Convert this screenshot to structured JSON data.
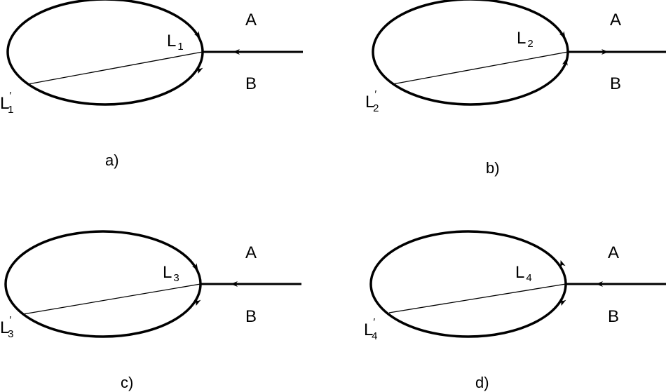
{
  "panels": [
    {
      "id": "a",
      "caption": "a)",
      "region_above": "A",
      "region_below": "B",
      "label_top": {
        "letter": "L",
        "prime": "",
        "sub": "1"
      },
      "label_bottom": {
        "letter": "L",
        "prime": "′",
        "sub": "1"
      },
      "top_arc_arrow": "toward-junction",
      "bottom_arc_arrow": "away-from-junction",
      "line_arrow": "toward-loop"
    },
    {
      "id": "b",
      "caption": "b)",
      "region_above": "A",
      "region_below": "B",
      "label_top": {
        "letter": "L",
        "prime": "",
        "sub": "2"
      },
      "label_bottom": {
        "letter": "L",
        "prime": "′",
        "sub": "2"
      },
      "top_arc_arrow": "toward-junction",
      "bottom_arc_arrow": "toward-junction",
      "line_arrow": "away-from-loop"
    },
    {
      "id": "c",
      "caption": "c)",
      "region_above": "A",
      "region_below": "B",
      "label_top": {
        "letter": "L",
        "prime": "",
        "sub": "3"
      },
      "label_bottom": {
        "letter": "L",
        "prime": "′",
        "sub": "3"
      },
      "top_arc_arrow": "toward-junction",
      "bottom_arc_arrow": "away-from-junction",
      "line_arrow": "toward-loop"
    },
    {
      "id": "d",
      "caption": "d)",
      "region_above": "A",
      "region_below": "B",
      "label_top": {
        "letter": "L",
        "prime": "",
        "sub": "4"
      },
      "label_bottom": {
        "letter": "L",
        "prime": "′",
        "sub": "4"
      },
      "top_arc_arrow": "away-from-junction",
      "bottom_arc_arrow": "away-from-junction",
      "line_arrow": "toward-loop"
    }
  ]
}
